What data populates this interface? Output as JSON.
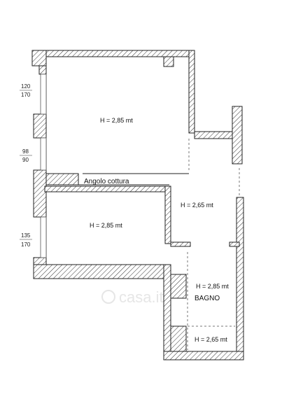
{
  "rooms": {
    "room_top": "H = 2,85 mt",
    "room_middle": "H = 2,85 mt",
    "corridor": "H = 2,65 mt",
    "bath_height": "H = 2,85 mt",
    "bath_name": "BAGNO",
    "bath_lower": "H = 2,65 mt",
    "kitchen": "Angolo cottura"
  },
  "windows": {
    "w1_top": "120",
    "w1_bottom": "170",
    "w2_top": "98",
    "w2_bottom": "90",
    "w3_top": "135",
    "w3_bottom": "170"
  },
  "watermark": "casa.it",
  "colors": {
    "wall": "#222222",
    "hatch": "#333333",
    "dash": "#777777"
  }
}
